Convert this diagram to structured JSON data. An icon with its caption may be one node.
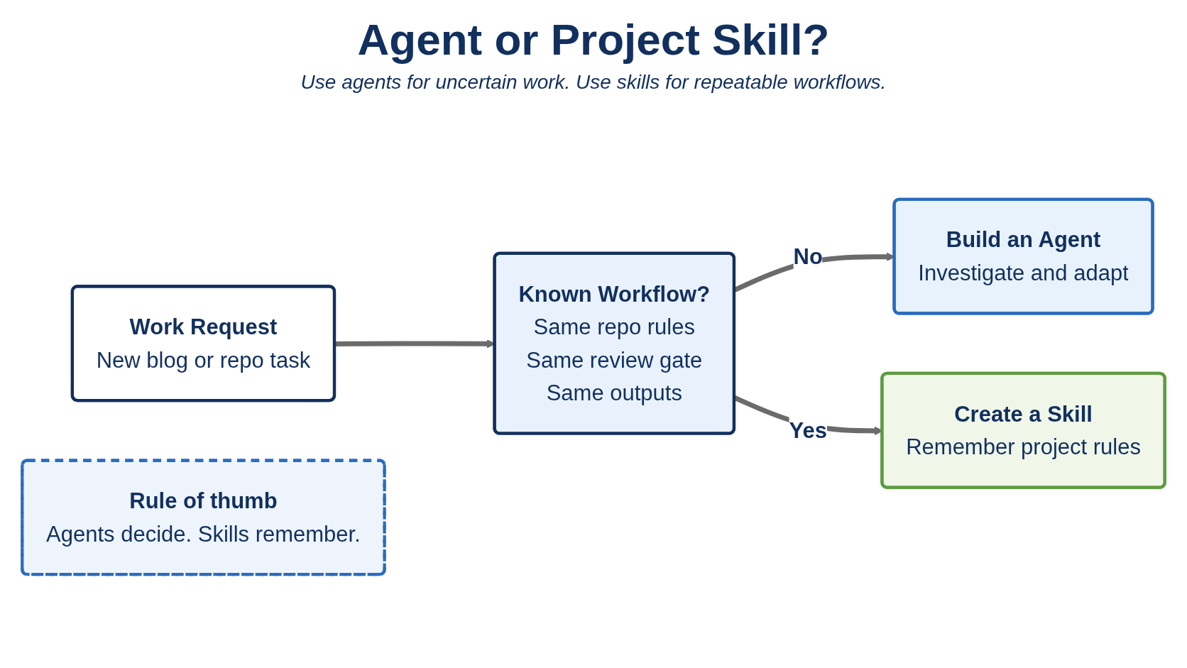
{
  "diagram": {
    "title": "Agent or Project Skill?",
    "nodes": [
      {
        "text": [
          "Work Request",
          "New blog or repo task"
        ]
      },
      {
        "text": [
          "Known Workflow?",
          "Same repo rules",
          "Same review gate",
          "Same outputs"
        ]
      },
      {
        "text": [
          "Build an Agent",
          "Investigate and adapt"
        ]
      },
      {
        "text": [
          "Create a Skill",
          "Remember project rules"
        ]
      },
      {
        "text": [
          "Rule of thumb",
          "Agents decide. Skills remember."
        ]
      }
    ],
    "edges": [
      {
        "from": 0,
        "to": 1,
        "arrow": "to"
      },
      {
        "from": 1,
        "to": 2,
        "arrow": "to",
        "label": "No"
      },
      {
        "from": 1,
        "to": 3,
        "arrow": "to",
        "label": "Yes"
      }
    ],
    "labels": [
      "Use agents for uncertain work. Use skills for repeatable workflows."
    ]
  }
}
